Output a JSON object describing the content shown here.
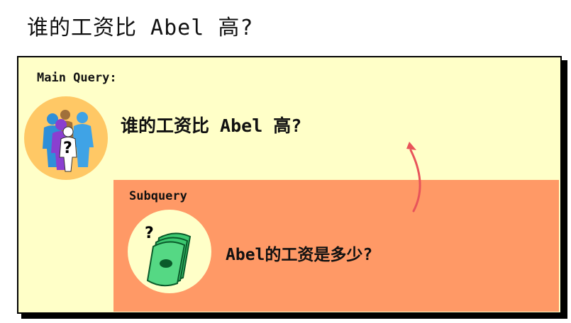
{
  "title": "谁的工资比 Abel 高?",
  "main_query": {
    "label": "Main Query:",
    "question": "谁的工资比 Abel 高?"
  },
  "subquery": {
    "label": "Subquery",
    "question": "Abel的工资是多少?"
  },
  "icons": {
    "people": "people-group-question-icon",
    "money": "money-stack-question-icon"
  },
  "colors": {
    "main_box": "#ffffc8",
    "sub_box": "#ff9966",
    "people_circle": "#ffc865",
    "money_circle": "#ffffc8",
    "arrow": "#e8545a"
  }
}
